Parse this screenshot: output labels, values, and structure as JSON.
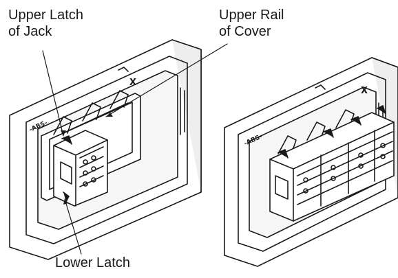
{
  "labels": {
    "upper_latch_line1": "Upper Latch",
    "upper_latch_line2": "of Jack",
    "upper_rail_line1": "Upper Rail",
    "upper_rail_line2": "of Cover",
    "lower_latch": "Lower Latch"
  },
  "plate_marks": {
    "left_brand": "-ABS-",
    "left_x": "X",
    "right_brand": "-ABS-",
    "right_x": "X"
  },
  "colors": {
    "line": "#1a1a1a",
    "fill": "#ffffff",
    "shade": "#e8e8e8"
  }
}
